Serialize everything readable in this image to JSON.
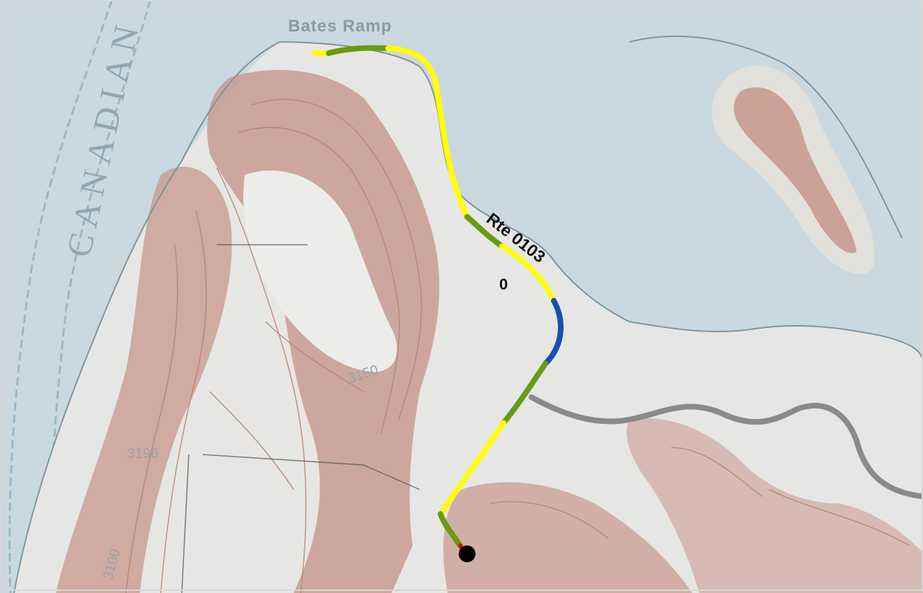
{
  "map": {
    "labels": {
      "river": "CANADIAN",
      "place": "Bates Ramp",
      "elev_1": "3150",
      "elev_2": "3196",
      "elev_3": "3100",
      "route": "Rte 0103",
      "milepost": "0"
    },
    "colors": {
      "water": "#c9d9df",
      "land": "#e6e7e4",
      "relief": "#c7978b",
      "contour": "#b98070",
      "route_yellow": "#ffff00",
      "route_green": "#6a9a15",
      "route_blue": "#1a4fb0",
      "route_red": "#d01010",
      "road_gray": "#8a8a8a",
      "endpoint": "#000000"
    }
  }
}
